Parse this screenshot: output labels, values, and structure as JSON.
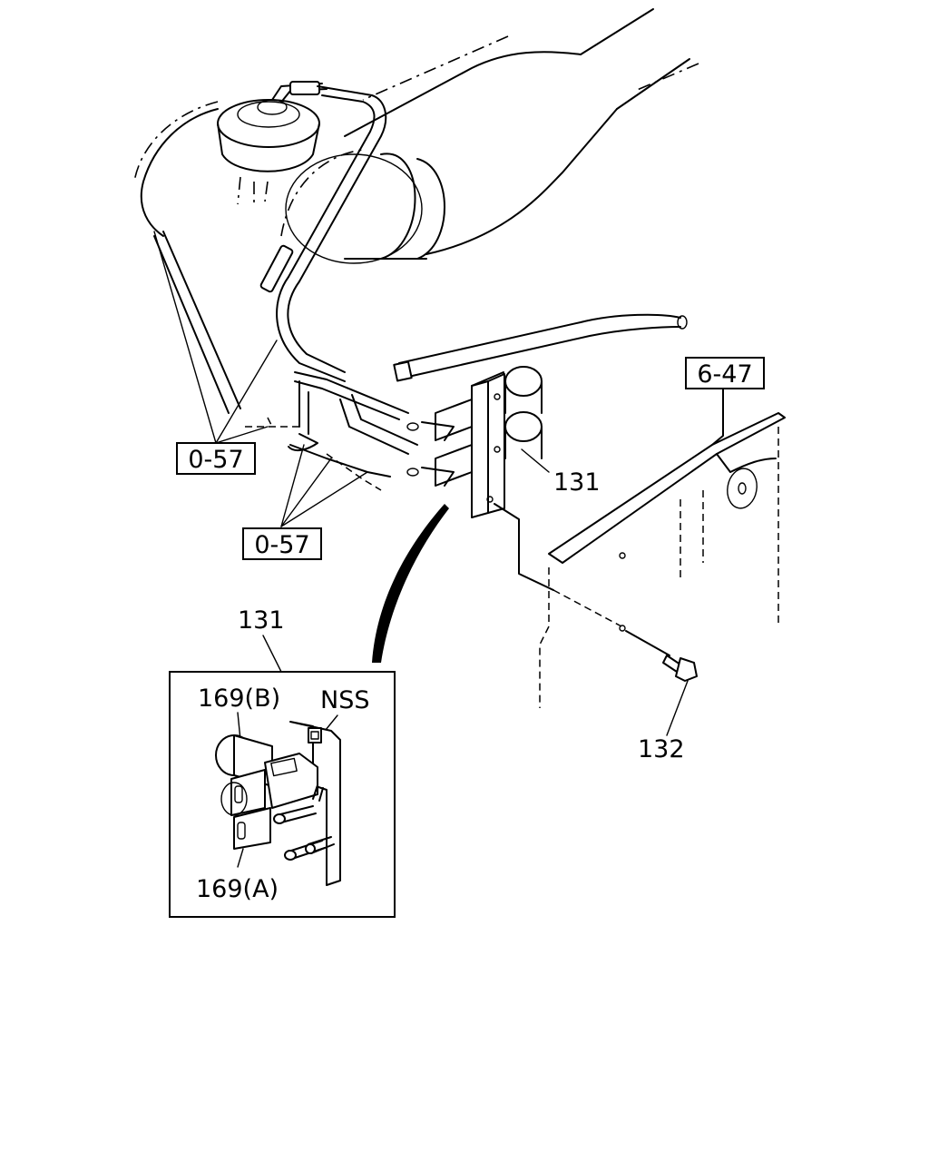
{
  "callouts": {
    "ref_top_left": "0-57",
    "ref_bottom_left": "0-57",
    "ref_right": "6-47",
    "part_valve_assy": "131",
    "part_bolt": "132",
    "detail_title": "131",
    "detail_valve_b": "169(B)",
    "detail_nss": "NSS",
    "detail_valve_a": "169(A)"
  }
}
